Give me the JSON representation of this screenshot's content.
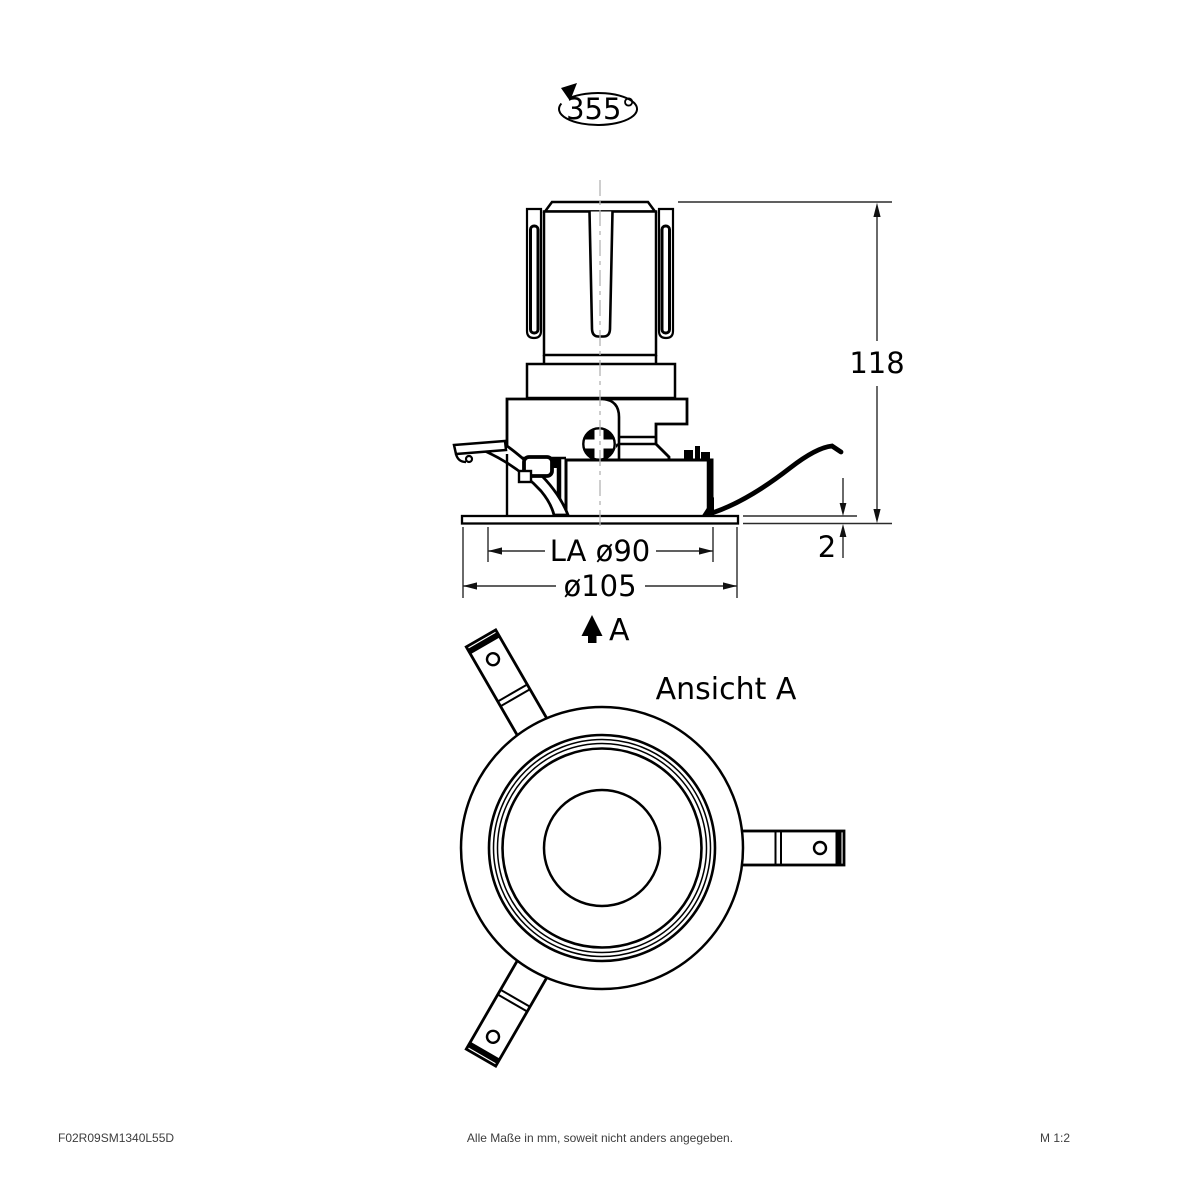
{
  "drawing": {
    "rotation_symbol": {
      "angle_label": "355°"
    },
    "side_view": {
      "height_dim": "118",
      "plate_thickness_dim": "2",
      "cutout_dim": "LA ø90",
      "outer_diameter_dim": "ø105",
      "view_arrow_label": "A"
    },
    "bottom_view": {
      "title": "Ansicht A"
    },
    "footer": {
      "article_number": "F02R09SM1340L55D",
      "note": "Alle Maße in mm, soweit nicht anders angegeben.",
      "scale": "M 1:2"
    },
    "colors": {
      "ink": "#000000",
      "dimension_lines": "#2b2b2b",
      "centerline": "#b3b3b3",
      "background": "#ffffff"
    }
  }
}
